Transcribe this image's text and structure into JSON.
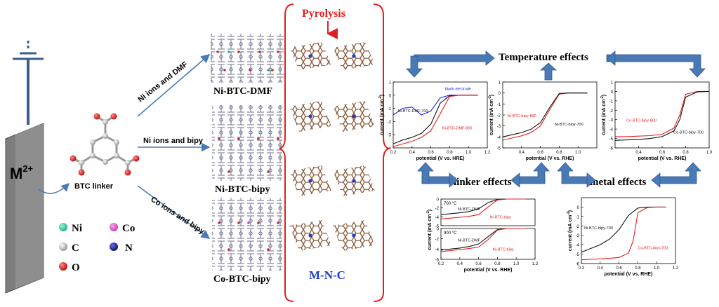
{
  "electrode": {
    "ion_label": "M",
    "charge_label": "2+",
    "linker_label": "BTC linker"
  },
  "routes": [
    {
      "label": "Ni ions and DMF",
      "product": "Ni-BTC-DMF"
    },
    {
      "label": "Ni ions and bipy",
      "product": "Ni-BTC-bipy"
    },
    {
      "label": "Co ions and bipy",
      "product": "Co-BTC-bipy"
    }
  ],
  "legend": [
    {
      "symbol": "Ni",
      "color": "#1fb58f"
    },
    {
      "symbol": "Co",
      "color": "#d63fb8"
    },
    {
      "symbol": "C",
      "color": "#c8c8c8"
    },
    {
      "symbol": "N",
      "color": "#1a1a8c"
    },
    {
      "symbol": "O",
      "color": "#d11414"
    }
  ],
  "pyrolysis": {
    "title": "Pyrolysis",
    "product": "M-N-C"
  },
  "effects": {
    "temperature": "Temperature effects",
    "linker": "linker effects",
    "metal": "metal effects"
  },
  "colors": {
    "arrow": "#4a7ab5",
    "accent_red": "#e02020",
    "mnc_blue": "#1f3fc8",
    "lattice": "#8b5a3c"
  },
  "axes": {
    "x_label": "potential (V vs. RHE)",
    "x_label_alt": "potential (V vs. HRE)",
    "y_label": "current (mA cm",
    "y_label_sup": "-2",
    "y_label_end": ")"
  },
  "chart_data": [
    {
      "type": "line",
      "xlim": [
        0.2,
        1.2
      ],
      "ylim": [
        -4,
        1
      ],
      "xticks": [
        0.2,
        0.4,
        0.6,
        0.8,
        1.0,
        1.2
      ],
      "yticks": [
        1,
        0,
        -1,
        -2,
        -3,
        -4
      ],
      "xlabel": "potential (V vs. HRE)",
      "series": [
        {
          "name": "blank electrode",
          "color": "#2020e0",
          "x": [
            0.2,
            0.3,
            0.4,
            0.5,
            0.6,
            0.7,
            0.8,
            0.9,
            1.0,
            1.1
          ],
          "y": [
            -1.5,
            -1.0,
            -0.9,
            -1.5,
            -1.2,
            -0.2,
            0.0,
            0.0,
            0.0,
            0.0
          ]
        },
        {
          "name": "Ni-BTC-DMF-700",
          "color": "#111111",
          "x": [
            0.2,
            0.3,
            0.4,
            0.5,
            0.6,
            0.7,
            0.8,
            0.9,
            1.0,
            1.1
          ],
          "y": [
            -3.7,
            -3.4,
            -3.2,
            -2.9,
            -2.2,
            -0.6,
            -0.05,
            0.0,
            0.0,
            0.0
          ]
        },
        {
          "name": "Ni-BTC-DMF-800",
          "color": "#e02020",
          "x": [
            0.2,
            0.3,
            0.4,
            0.5,
            0.6,
            0.7,
            0.8,
            0.9,
            1.0,
            1.1
          ],
          "y": [
            -3.9,
            -3.7,
            -3.5,
            -3.2,
            -2.7,
            -1.4,
            -0.1,
            0.0,
            0.0,
            0.0
          ]
        }
      ]
    },
    {
      "type": "line",
      "xlim": [
        0.2,
        1.2
      ],
      "ylim": [
        -5,
        1
      ],
      "xticks": [
        0.4,
        0.6,
        0.8,
        1.0
      ],
      "yticks": [
        1,
        0,
        -1,
        -2,
        -3,
        -4,
        -5
      ],
      "xlabel": "potential (V vs. RHE)",
      "series": [
        {
          "name": "Ni-BTC-bipy-800",
          "color": "#e02020",
          "x": [
            0.2,
            0.3,
            0.4,
            0.5,
            0.6,
            0.7,
            0.8,
            0.9,
            1.0,
            1.1
          ],
          "y": [
            -4.3,
            -4.1,
            -3.9,
            -3.6,
            -3.0,
            -1.5,
            -0.1,
            0.0,
            0.0,
            0.0
          ]
        },
        {
          "name": "Ni-BTC-bipy-700",
          "color": "#111111",
          "x": [
            0.2,
            0.3,
            0.4,
            0.5,
            0.6,
            0.7,
            0.8,
            0.9,
            1.0,
            1.1
          ],
          "y": [
            -4.0,
            -3.8,
            -3.6,
            -3.3,
            -2.7,
            -1.3,
            -0.05,
            0.0,
            0.0,
            0.0
          ]
        }
      ]
    },
    {
      "type": "line",
      "xlim": [
        0.2,
        1.0
      ],
      "ylim": [
        -6,
        1
      ],
      "xticks": [
        0.4,
        0.6,
        0.8,
        1.0
      ],
      "yticks": [
        1,
        0,
        -1,
        -2,
        -3,
        -4,
        -5,
        -6
      ],
      "xlabel": "potential (V vs. RHE)",
      "series": [
        {
          "name": "Co-BTC-bipy-800",
          "color": "#e02020",
          "x": [
            0.2,
            0.3,
            0.4,
            0.5,
            0.6,
            0.7,
            0.75,
            0.8,
            0.9,
            1.0
          ],
          "y": [
            -4.8,
            -4.8,
            -4.75,
            -4.7,
            -4.55,
            -3.9,
            -2.5,
            -0.3,
            0.0,
            0.0
          ]
        },
        {
          "name": "Co-BTC-bipy-700",
          "color": "#111111",
          "x": [
            0.2,
            0.3,
            0.4,
            0.5,
            0.6,
            0.7,
            0.75,
            0.8,
            0.9,
            1.0
          ],
          "y": [
            -5.2,
            -5.15,
            -5.1,
            -5.0,
            -4.8,
            -4.2,
            -3.0,
            -0.6,
            -0.05,
            0.0
          ]
        }
      ]
    },
    {
      "type": "line",
      "xlim": [
        0.2,
        1.2
      ],
      "ylim": [
        -6,
        0
      ],
      "xticks": [
        0.2,
        0.4,
        0.6,
        0.8,
        1.0,
        1.2
      ],
      "yticks": [
        0,
        -2,
        -4,
        -6
      ],
      "annotation": "700 °C",
      "series": [
        {
          "name": "Ni-BTC-DMF",
          "color": "#111111",
          "x": [
            0.2,
            0.3,
            0.4,
            0.5,
            0.6,
            0.7,
            0.8,
            0.9,
            1.0,
            1.1
          ],
          "y": [
            -3.5,
            -3.3,
            -3.1,
            -2.8,
            -2.2,
            -0.8,
            -0.1,
            0.0,
            0.0,
            0.0
          ]
        },
        {
          "name": "Ni-BTC-bipy",
          "color": "#e02020",
          "x": [
            0.2,
            0.3,
            0.4,
            0.5,
            0.6,
            0.7,
            0.8,
            0.9,
            1.0,
            1.1
          ],
          "y": [
            -4.5,
            -4.3,
            -4.1,
            -3.9,
            -3.5,
            -1.8,
            -0.2,
            0.0,
            0.0,
            0.0
          ]
        }
      ]
    },
    {
      "type": "line",
      "xlim": [
        0.2,
        1.2
      ],
      "ylim": [
        -6,
        0
      ],
      "xticks": [
        0.2,
        0.4,
        0.6,
        0.8,
        1.0,
        1.2
      ],
      "yticks": [
        0,
        -2,
        -4,
        -6
      ],
      "xlabel": "potential (V vs. RHE)",
      "annotation": "900 °C",
      "series": [
        {
          "name": "Ni-BTC-DMF",
          "color": "#111111",
          "x": [
            0.2,
            0.3,
            0.4,
            0.5,
            0.6,
            0.7,
            0.8,
            0.9,
            1.0,
            1.1
          ],
          "y": [
            -4.2,
            -4.0,
            -3.8,
            -3.5,
            -3.0,
            -1.6,
            -0.2,
            0.0,
            0.0,
            0.0
          ]
        },
        {
          "name": "Ni-BTC-bipy",
          "color": "#e02020",
          "x": [
            0.2,
            0.3,
            0.4,
            0.5,
            0.6,
            0.7,
            0.8,
            0.9,
            1.0,
            1.1
          ],
          "y": [
            -4.5,
            -4.3,
            -4.1,
            -3.9,
            -3.6,
            -2.2,
            -0.3,
            0.0,
            0.0,
            0.0
          ]
        }
      ]
    },
    {
      "type": "line",
      "xlim": [
        0.2,
        1.2
      ],
      "ylim": [
        -6,
        1
      ],
      "xticks": [
        0.2,
        0.4,
        0.6,
        0.8,
        1.0,
        1.2
      ],
      "yticks": [
        0,
        -1,
        -2,
        -3,
        -4,
        -5,
        -6
      ],
      "xlabel": "potential (V vs. RHE)",
      "series": [
        {
          "name": "Ni-BTC-bipy-700",
          "color": "#111111",
          "x": [
            0.2,
            0.3,
            0.4,
            0.5,
            0.6,
            0.7,
            0.8,
            0.9,
            1.0,
            1.1
          ],
          "y": [
            -4.8,
            -4.4,
            -4.0,
            -3.4,
            -2.4,
            -0.9,
            -0.1,
            0.0,
            0.0,
            0.0
          ]
        },
        {
          "name": "Co-BTC-bipy-700",
          "color": "#e02020",
          "x": [
            0.2,
            0.3,
            0.4,
            0.5,
            0.6,
            0.7,
            0.75,
            0.8,
            0.9,
            1.0,
            1.1
          ],
          "y": [
            -5.6,
            -5.55,
            -5.5,
            -5.45,
            -5.35,
            -4.9,
            -3.6,
            -0.6,
            -0.05,
            0.0,
            0.0
          ]
        }
      ]
    }
  ]
}
